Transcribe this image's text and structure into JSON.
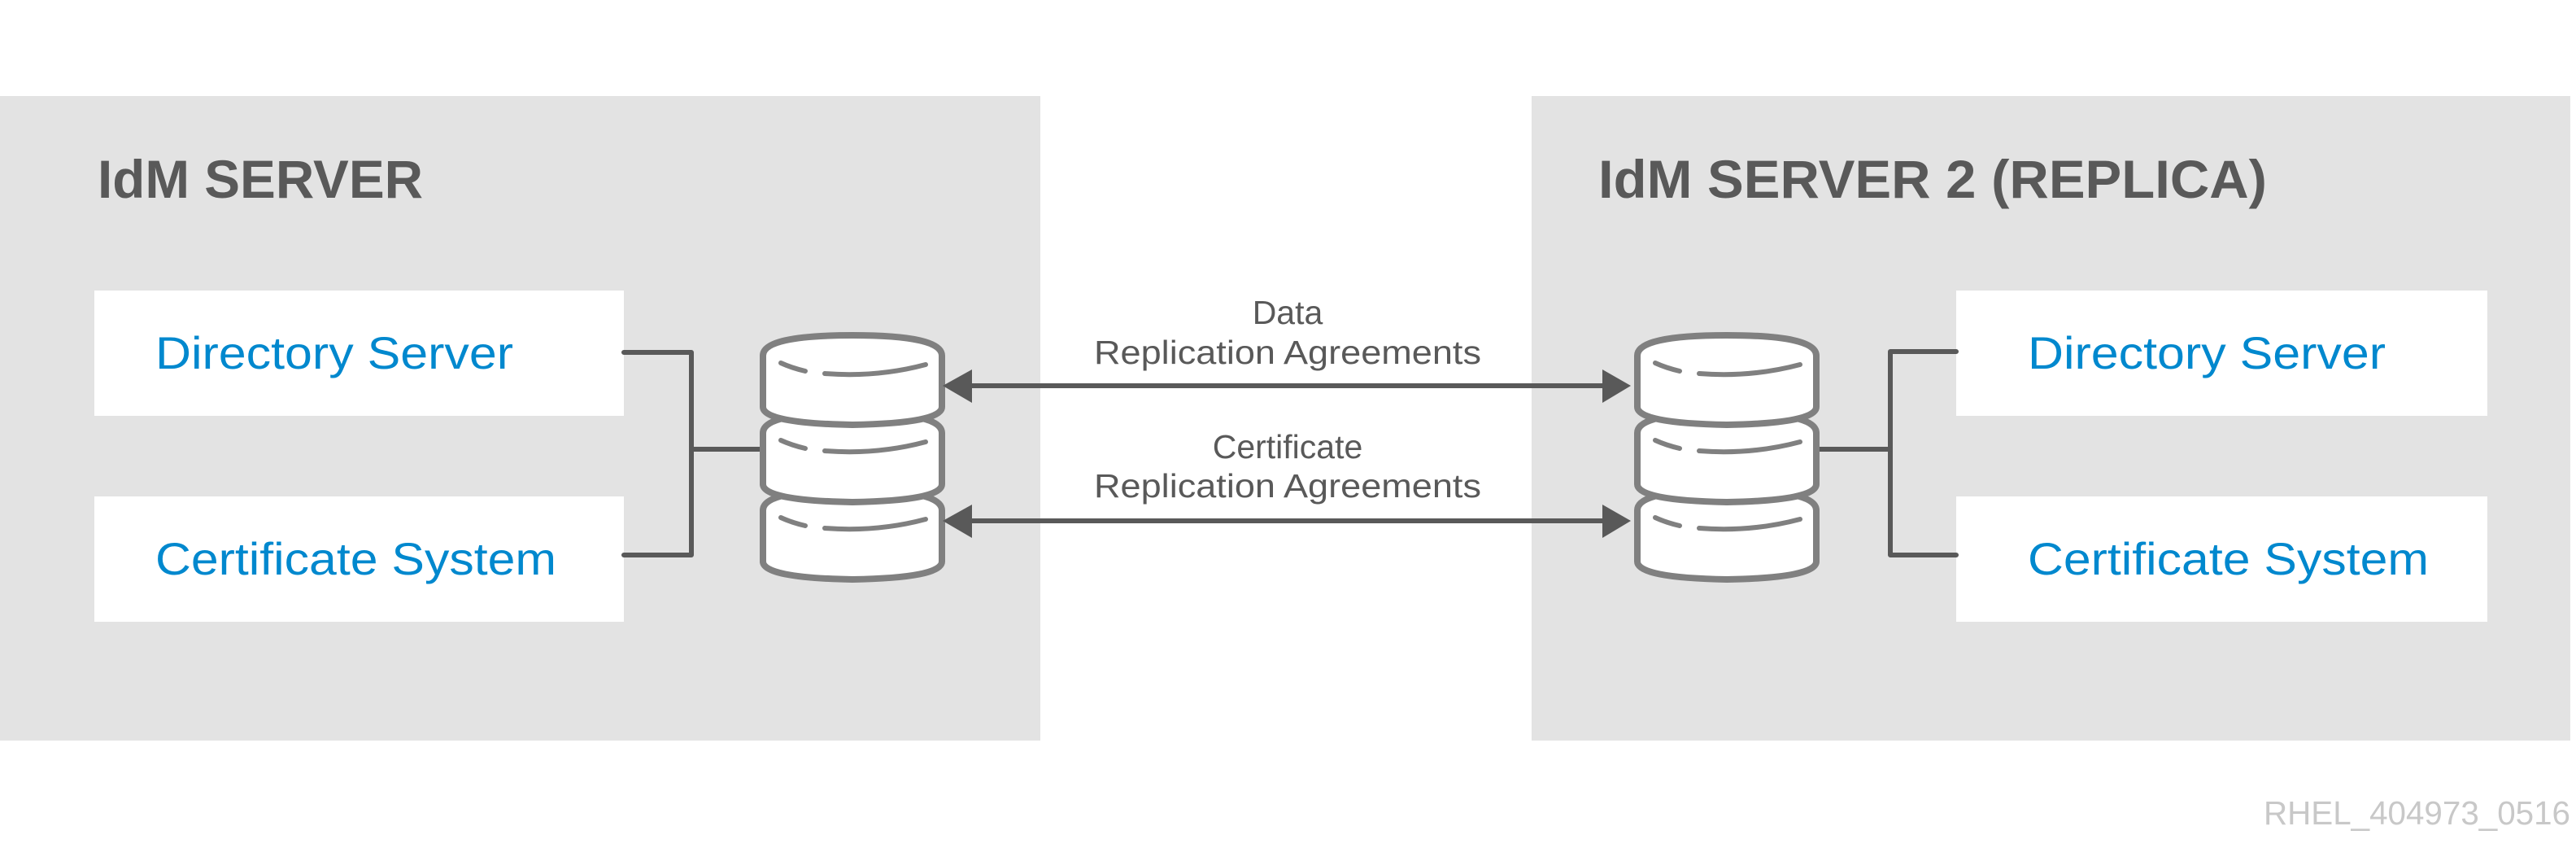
{
  "diagram": {
    "left_server": {
      "title": "IdM SERVER",
      "components": [
        {
          "label": "Directory Server"
        },
        {
          "label": "Certificate System"
        }
      ]
    },
    "right_server": {
      "title": "IdM SERVER 2 (REPLICA)",
      "components": [
        {
          "label": "Directory Server"
        },
        {
          "label": "Certificate System"
        }
      ]
    },
    "connections": [
      {
        "line1": "Data",
        "line2": "Replication Agreements",
        "direction": "bidirectional"
      },
      {
        "line1": "Certificate",
        "line2": "Replication Agreements",
        "direction": "bidirectional"
      }
    ],
    "icons": {
      "database": "database-stack-icon"
    },
    "watermark": "RHEL_404973_0516",
    "colors": {
      "panel": "#e3e3e3",
      "title": "#595959",
      "component_text": "#0088ce",
      "connector": "#595959",
      "database_outline": "#808080",
      "watermark": "#c8c8c8"
    }
  }
}
